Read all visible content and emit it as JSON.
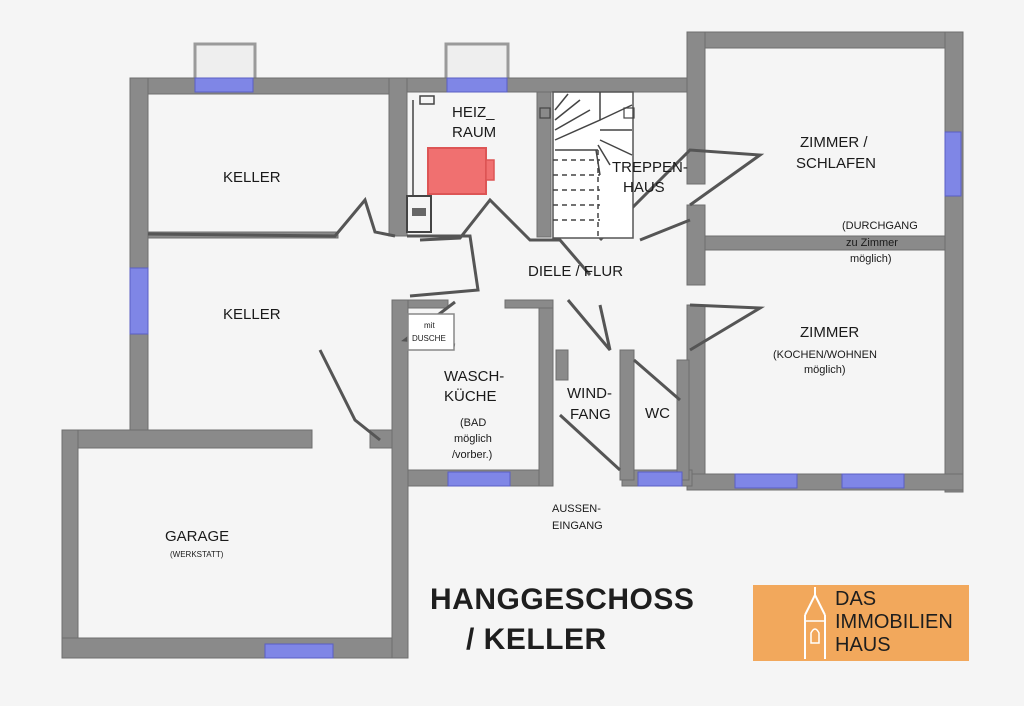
{
  "rooms": {
    "keller_1": "KELLER",
    "keller_2": "KELLER",
    "garage": "GARAGE",
    "garage_note": "(WERKSTATT)",
    "heizraum_line1": "HEIZ_",
    "heizraum_line2": "RAUM",
    "treppenhaus_line1": "TREPPEN-",
    "treppenhaus_line2": "HAUS",
    "schlafen_line1": "ZIMMER /",
    "schlafen_line2": "SCHLAFEN",
    "durchgang_line1": "(DURCHGANG",
    "durchgang_line2": "zu Zimmer",
    "durchgang_line3": "möglich)",
    "diele": "DIELE / FLUR",
    "zimmer": "ZIMMER",
    "zimmer_note_line1": "(KOCHEN/WOHNEN",
    "zimmer_note_line2": "möglich)",
    "dusche_line1": "mit",
    "dusche_line2": "DUSCHE",
    "waschkueche_line1": "WASCH-",
    "waschkueche_line2": "KÜCHE",
    "bad_line1": "(BAD",
    "bad_line2": "möglich",
    "bad_line3": "/vorber.)",
    "windfang_line1": "WIND-",
    "windfang_line2": "FANG",
    "wc": "WC",
    "eingang_line1": "AUSSEN-",
    "eingang_line2": "EINGANG"
  },
  "title": {
    "line1": "HANGGESCHOSS",
    "line2": "/ KELLER"
  },
  "logo": {
    "line1": "DAS",
    "line2": "IMMOBILIEN",
    "line3": "HAUS",
    "background": "#f2a85c"
  },
  "colors": {
    "wall": "#8a8a8a",
    "window": "#7f86e6",
    "heater": "#f07070"
  }
}
